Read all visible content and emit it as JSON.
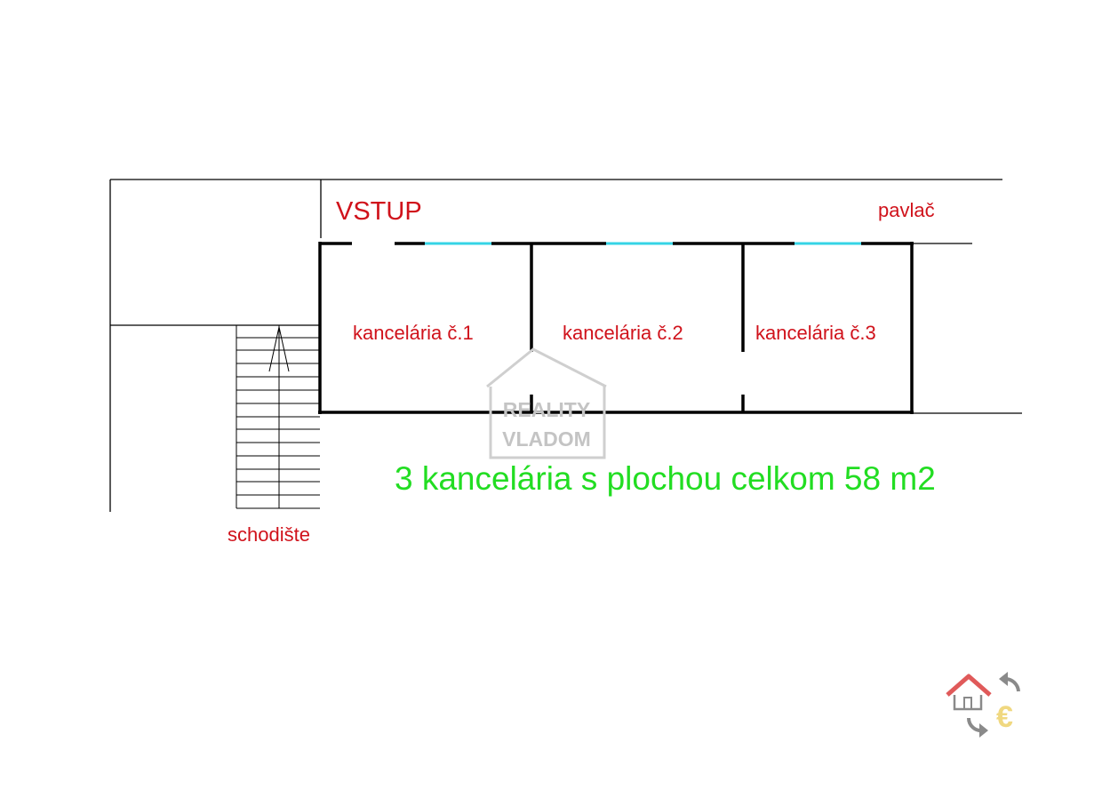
{
  "labels": {
    "entry": "VSTUP",
    "gallery": "pavlač",
    "rooms": [
      "kancelária č.1",
      "kancelária č.2",
      "kancelária č.3"
    ],
    "stairs": "schodište",
    "summary": "3 kancelária s plochou celkom 58 m2"
  },
  "watermark": {
    "line1": "REALITY",
    "line2": "VLADOM"
  },
  "colors": {
    "wall": "#000000",
    "window": "#35d4e6",
    "label": "#d0121b",
    "summary": "#22dd22",
    "watermark": "#c4c4c4",
    "logo_roof": "#e05a5a",
    "logo_arrows": "#8a8a8a",
    "logo_euro": "#f0d880"
  },
  "icons": [
    "house-watermark-icon",
    "realty-exchange-logo-icon",
    "stairs-arrow-icon"
  ]
}
